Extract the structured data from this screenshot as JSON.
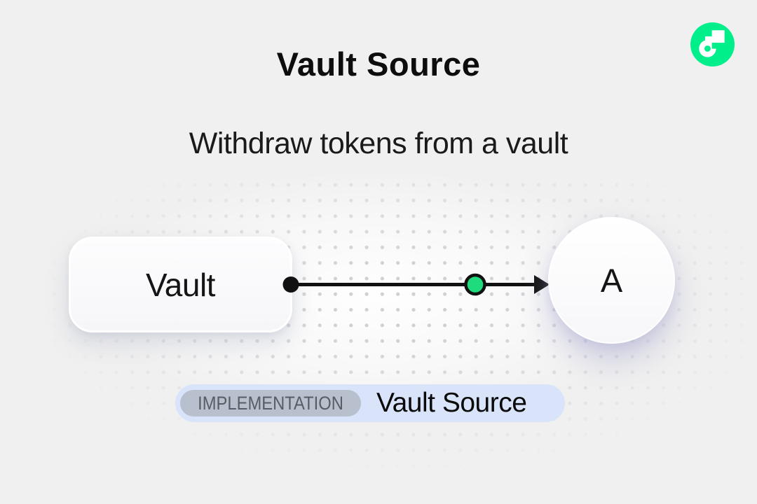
{
  "title": "Vault Source",
  "subtitle": "Withdraw tokens from a vault",
  "logo": {
    "name": "flow-logo"
  },
  "diagram": {
    "vault_label": "Vault",
    "recipient_label": "A"
  },
  "footer": {
    "badge": "IMPLEMENTATION",
    "label": "Vault Source"
  },
  "colors": {
    "background": "#F0F0F0",
    "flow_green": "#00EF8B",
    "marker_green": "#1EDC7D",
    "pill_blue": "#D9E4FA",
    "badge_gray": "#B9C0CD",
    "badge_text": "#585D65",
    "ink": "#111111",
    "dot_gray": "#CCCDD2"
  }
}
